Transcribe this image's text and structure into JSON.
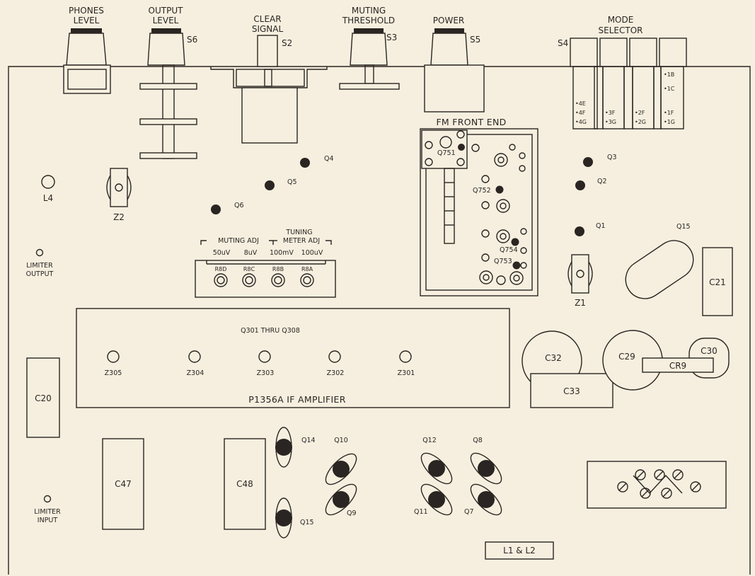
{
  "controls": {
    "phones_level": [
      "PHONES",
      "LEVEL"
    ],
    "output_level": [
      "OUTPUT",
      "LEVEL"
    ],
    "clear_signal": [
      "CLEAR",
      "SIGNAL"
    ],
    "muting_threshold": [
      "MUTING",
      "THRESHOLD"
    ],
    "power": "POWER",
    "mode_selector": [
      "MODE",
      "SELECTOR"
    ],
    "switch_ids": {
      "s6": "S6",
      "s2": "S2",
      "s3": "S3",
      "s5": "S5",
      "s4": "S4"
    }
  },
  "mode_selector_contacts": [
    [
      "•4E",
      "•4F",
      "•4G"
    ],
    [
      "•3F",
      "•3G"
    ],
    [
      "•2F",
      "•2G"
    ],
    [
      "•1B",
      "•1C",
      "•1F",
      "•1G"
    ]
  ],
  "fm_front_end": {
    "title": "FM FRONT END",
    "transistors": [
      "Q751",
      "Q752",
      "Q754",
      "Q753"
    ]
  },
  "transistors": {
    "q4": "Q4",
    "q5": "Q5",
    "q6": "Q6",
    "q3": "Q3",
    "q2": "Q2",
    "q1": "Q1",
    "q15_top": "Q15",
    "q14": "Q14",
    "q15_bottom": "Q15",
    "q10": "Q10",
    "q9": "Q9",
    "q12": "Q12",
    "q11": "Q11",
    "q8": "Q8",
    "q7": "Q7"
  },
  "coils": {
    "l4": "L4",
    "z2": "Z2",
    "z1": "Z1",
    "l1_l2": "L1 & L2"
  },
  "limiter": {
    "output": [
      "LIMITER",
      "OUTPUT"
    ],
    "input": [
      "LIMITER",
      "INPUT"
    ]
  },
  "adjustments": {
    "muting_adj": "MUTING ADJ",
    "tuning_meter_adj": [
      "TUNING",
      "METER ADJ"
    ],
    "values": [
      "50uV",
      "8uV",
      "100mV",
      "100uV"
    ],
    "pots": [
      "R8D",
      "R8C",
      "R8B",
      "R8A"
    ]
  },
  "if_amplifier": {
    "label": "P1356A IF AMPLIFIER",
    "range": "Q301 THRU Q308",
    "stages": [
      "Z305",
      "Z304",
      "Z303",
      "Z302",
      "Z301"
    ]
  },
  "capacitors": {
    "c20": "C20",
    "c47": "C47",
    "c48": "C48",
    "c21": "C21",
    "c32": "C32",
    "c29": "C29",
    "c30": "C30",
    "c33": "C33",
    "cr9": "CR9"
  }
}
